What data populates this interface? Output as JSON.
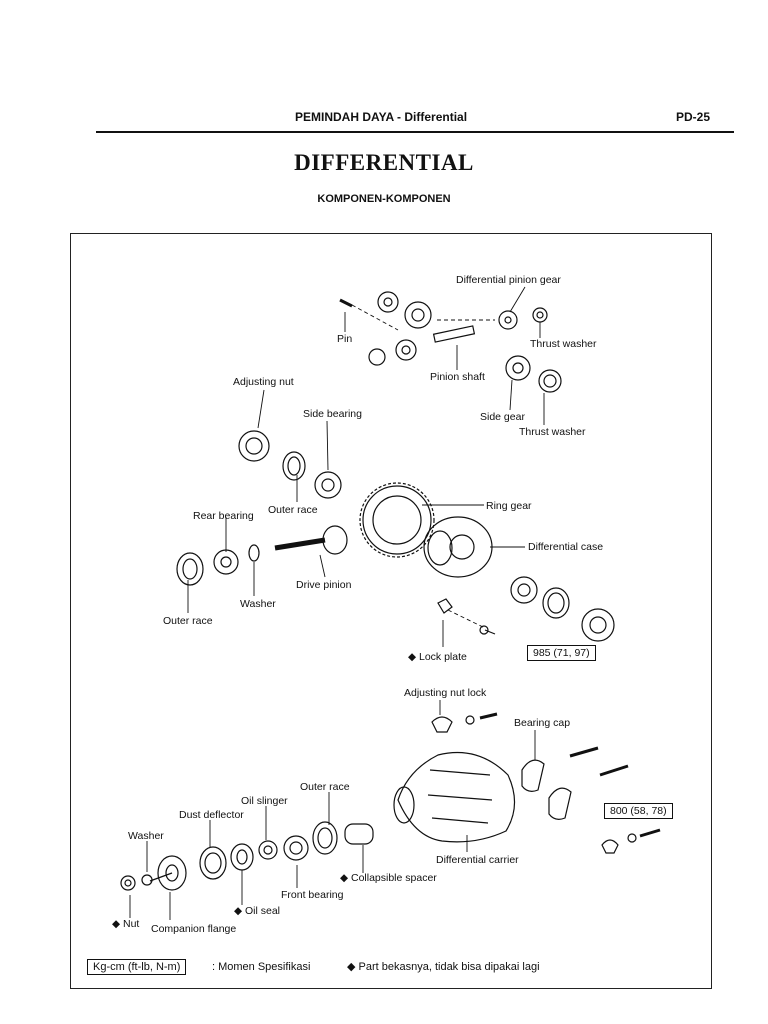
{
  "header": {
    "running_title": "PEMINDAH DAYA - Differential",
    "page_number": "PD-25"
  },
  "doc": {
    "title": "DIFFERENTIAL",
    "subtitle": "KOMPONEN-KOMPONEN"
  },
  "labels": {
    "differential_pinion_gear": "Differential pinion gear",
    "pin": "Pin",
    "thrust_washer_1": "Thrust washer",
    "pinion_shaft": "Pinion shaft",
    "side_gear": "Side gear",
    "thrust_washer_2": "Thrust washer",
    "adjusting_nut": "Adjusting nut",
    "side_bearing": "Side bearing",
    "outer_race_1": "Outer race",
    "ring_gear": "Ring gear",
    "rear_bearing": "Rear bearing",
    "differential_case": "Differential case",
    "drive_pinion": "Drive pinion",
    "washer_1": "Washer",
    "outer_race_2": "Outer race",
    "lock_plate": "◆ Lock plate",
    "torque_1": "985 (71, 97)",
    "adjusting_nut_lock": "Adjusting nut lock",
    "bearing_cap": "Bearing cap",
    "outer_race_3": "Outer race",
    "oil_slinger": "Oil slinger",
    "dust_deflector": "Dust deflector",
    "washer_2": "Washer",
    "torque_2": "800 (58, 78)",
    "differential_carrier": "Differential carrier",
    "collapsible_spacer": "◆ Collapsible spacer",
    "front_bearing": "Front bearing",
    "oil_seal": "◆ Oil seal",
    "nut": "◆ Nut",
    "companion_flange": "Companion flange"
  },
  "legend": {
    "unit_box": "Kg-cm (ft-lb, N-m)",
    "unit_text": ": Momen Spesifikasi",
    "diamond_text": "◆ Part bekasnya, tidak bisa dipakai lagi"
  }
}
